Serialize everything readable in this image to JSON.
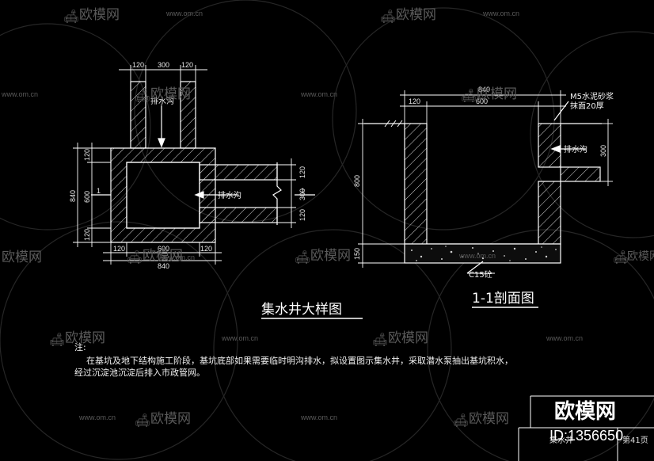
{
  "plan": {
    "title": "集水井大样图",
    "ditch_label": "排水沟",
    "ditch_label_side": "排水沟",
    "section_mark": "1",
    "dims_top": [
      "120",
      "300",
      "120"
    ],
    "dims_bottom": [
      "120",
      "600",
      "120"
    ],
    "dim_bottom_total": "840",
    "dims_left": [
      "120",
      "600",
      "120"
    ],
    "dim_left_total": "840",
    "dims_right": [
      "120",
      "300",
      "120"
    ]
  },
  "section": {
    "title": "1-1剖面图",
    "dims_top_total": "840",
    "dims_top": [
      "120",
      "600"
    ],
    "mortar_label_1": "M5水泥砂浆",
    "mortar_label_2": "抹面20厚",
    "ditch_label": "排水沟",
    "dim_right": "300",
    "dim_left_total": "800",
    "dim_left_base": "150",
    "concrete_label": "C15砼"
  },
  "note": {
    "heading": "注:",
    "line1": "在基坑及地下结构施工阶段，基坑底部如果需要临时明沟排水，拟设置图示集水井，采取潜水泵抽出基坑积水，",
    "line2": "经过沉淀池沉淀后排入市政管网。"
  },
  "title_block": {
    "name": "集水井",
    "page": "第41页"
  },
  "watermark": {
    "brand": "欧模网",
    "url": "www.om.cn",
    "id": "ID:1356650"
  }
}
